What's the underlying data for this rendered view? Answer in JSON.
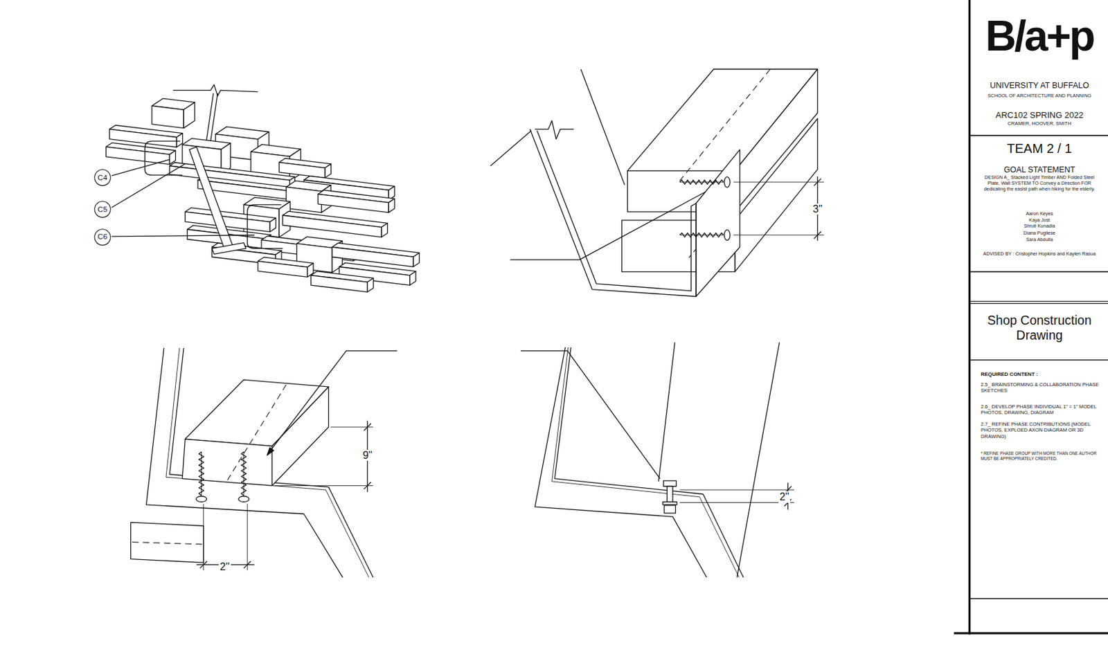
{
  "diagram": {
    "nodes": [
      {
        "text": [
          "C4"
        ]
      },
      {
        "text": [
          "C5"
        ]
      },
      {
        "text": [
          "C6"
        ]
      },
      {
        "text": [
          "B/a+p",
          "UNIVERSITY AT BUFFALO",
          "SCHOOL OF ARCHITECTURE AND PLANNING",
          "ARC102 SPRING 2022",
          "CRAMER, HOOVER, SMITH"
        ]
      },
      {
        "text": [
          "TEAM 2 / 1",
          "GOAL STATEMENT",
          "DESIGN A_ Stacked Light Timber AND Folded Steel Plate, Wall SYSTEM TO Convey a Direction FOR dedicating the easist path when hiking for the elderly.",
          "Aaron Keyes",
          "Kaya Jost",
          "Shruti Kunadia",
          "Diana Pugliese",
          "Sara Abdulla",
          "ADVISED BY : Cristopher Hopkins and Kaylen Rasua"
        ]
      },
      {
        "text": [
          "Shop Construction Drawing"
        ]
      },
      {
        "text": [
          "REQUIRED CONTENT :",
          "2.5_ BRAINSTORMING & COLLABORATION PHASE SKETCHES",
          "2.6_ DEVELOP PHASE INDIVIDUAL 1\" = 1\" MODEL PHOTOS, DRAWING, DIAGRAM",
          "2.7_ REFINE PHASE CONTRIBUTIONS (MODEL PHOTOS, EXPLOED AXON DIAGRAM OR 3D DRAWING)",
          "* REFINE PHASE GROUP WITH MORE THAN ONE AUTHOR MUST BE APPROPRIATELY CREDITED."
        ]
      }
    ],
    "edges": [],
    "labels": [
      "3\"",
      "9\"",
      "2\"",
      "2\""
    ]
  }
}
